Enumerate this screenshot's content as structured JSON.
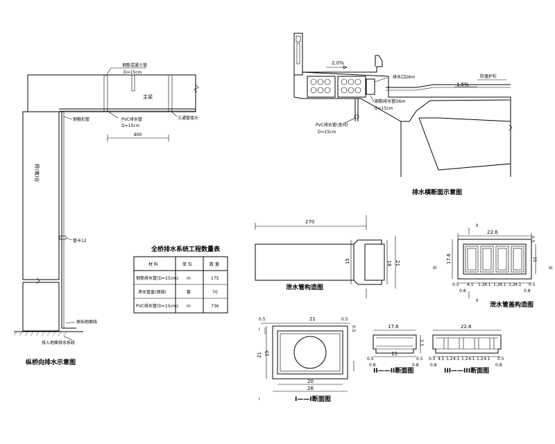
{
  "longitudinal": {
    "label_steel_pipe": "钢筋混凝土管",
    "label_d15": "D=15cm",
    "label_main_beam": "主梁",
    "label_pvc": "PVC排水管",
    "label_pvc_d": "D=15cm",
    "label_3way": "三通管接头",
    "label_800": "800",
    "label_steel_hoop": "钢箍扣管",
    "label_pier": "桥(墩)台",
    "label_hoop_bracket": "管卡12",
    "label_ground": "原始地面线",
    "label_outlet": "排入地面排水系统",
    "title": "纵桥向排水示意图"
  },
  "cross_section": {
    "slope_left": "2.0%",
    "label_drain_d": "排水口D6m",
    "label_steel_d": "钢筋排水管D6m",
    "label_d15": "D=15cm",
    "label_pvc": "PVC排水管(竖向)",
    "label_pvc_d": "D=15cm",
    "slope_right": "1.5%",
    "label_barrier": "防撞护栏",
    "title": "排水横断面示意图"
  },
  "quantity_table": {
    "title": "全桥排水系统工程数量表",
    "headers": [
      "材 料",
      "单 位",
      "数 量"
    ],
    "rows": [
      [
        "钢筋排水管(D=15cm)",
        "m",
        "175"
      ],
      [
        "泄水管盖(钢铸)",
        "套",
        "70"
      ],
      [
        "PVC排水管(D=15cm)",
        "m",
        "736"
      ]
    ]
  },
  "drain_pipe": {
    "dim_270": "270",
    "dim_15": "15",
    "dim_18": "18",
    "dim_21": "21",
    "title": "泄水管构造图"
  },
  "cover": {
    "dim_top": "22.6",
    "dim_right_top": "0.5",
    "dim_left": "17.6",
    "dim_right_mid": "15",
    "dims_bottom": [
      "0.5",
      "4.1",
      "1.2",
      "4.1",
      "1.2",
      "4.1",
      "1.2",
      "4.1",
      "0.5"
    ],
    "dims_bottom2": [
      "0.8",
      "0.8"
    ],
    "mark_ii": "II",
    "mark_iii": "III",
    "title": "泄水管盖构造图"
  },
  "section_i": {
    "dim_top": "21",
    "dim_top_l": "0.5",
    "dim_top_r": "0.5",
    "dim_left": "21",
    "dim_left_in": "15",
    "dim_right": "0.5",
    "dim_bottom": "20",
    "dim_bottom2": "26",
    "mark": "I",
    "title": "I——I断面图"
  },
  "section_ii": {
    "dim_top": "17.6",
    "dim_mid": "15",
    "dim_l": "0.5",
    "dim_r": "0.5",
    "dim_bl": "0.8",
    "dim_br": "0.8",
    "dim_side": "3.3",
    "title": "II——II断面图"
  },
  "section_iii": {
    "dim_top": "22.6",
    "dims": [
      "0.5",
      "4.1",
      "1.2",
      "4.1",
      "1.2",
      "4.1",
      "1.2",
      "4.1",
      "0.5"
    ],
    "dim_bl": "0.8",
    "dim_br": "0.8",
    "title": "III——III断面图"
  }
}
